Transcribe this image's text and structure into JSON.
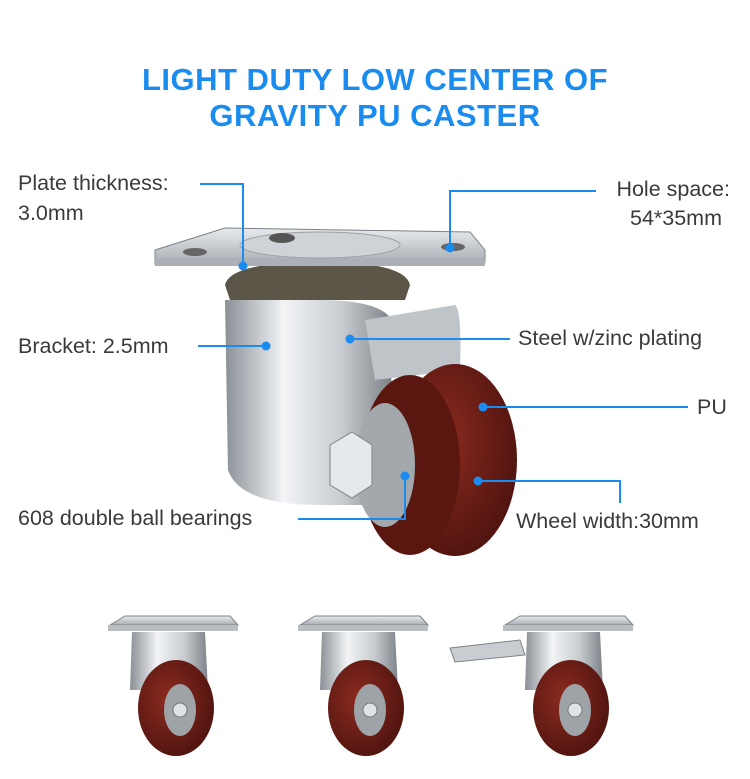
{
  "title": {
    "line1": "LIGHT DUTY LOW CENTER OF",
    "line2": "GRAVITY PU CASTER"
  },
  "labels": {
    "plate_thickness": "Plate thickness:",
    "plate_thickness_value": "3.0mm",
    "hole_space": "Hole space:",
    "hole_space_value": "54*35mm",
    "bracket": "Bracket: 2.5mm",
    "steel": "Steel w/zinc plating",
    "pu": "PU",
    "bearings": "608 double ball bearings",
    "wheel_width": "Wheel width:30mm"
  },
  "colors": {
    "accent": "#1a8cf0",
    "wheel": "#6e1f17",
    "text": "#3a3a3a"
  },
  "variants": [
    "rigid-caster",
    "swivel-caster",
    "swivel-caster-with-brake"
  ]
}
